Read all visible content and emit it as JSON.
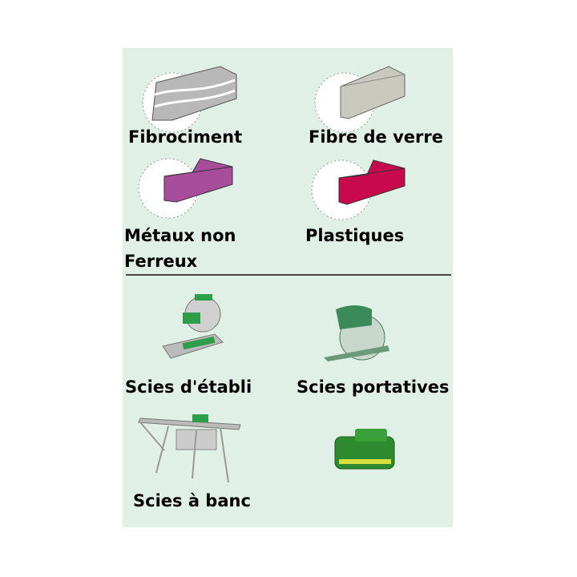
{
  "materials": [
    {
      "label": "Fibrociment",
      "color": "#b8b8b8"
    },
    {
      "label": "Fibre de verre",
      "color": "#c9c9c0"
    },
    {
      "label_line1": "Métaux non",
      "label_line2": "Ferreux",
      "color": "#a84c9c"
    },
    {
      "label": "Plastiques",
      "color": "#c80a4c"
    }
  ],
  "saws": [
    {
      "label": "Scies d'établi",
      "icon": "miter-saw-icon"
    },
    {
      "label": "Scies portatives",
      "icon": "circular-saw-icon"
    },
    {
      "label": "Scies à banc",
      "icon": "table-saw-icon"
    },
    {
      "label": "",
      "icon": "battery-icon"
    }
  ],
  "colors": {
    "background": "#e1f0e6",
    "tool_green": "#2e9e4a"
  }
}
